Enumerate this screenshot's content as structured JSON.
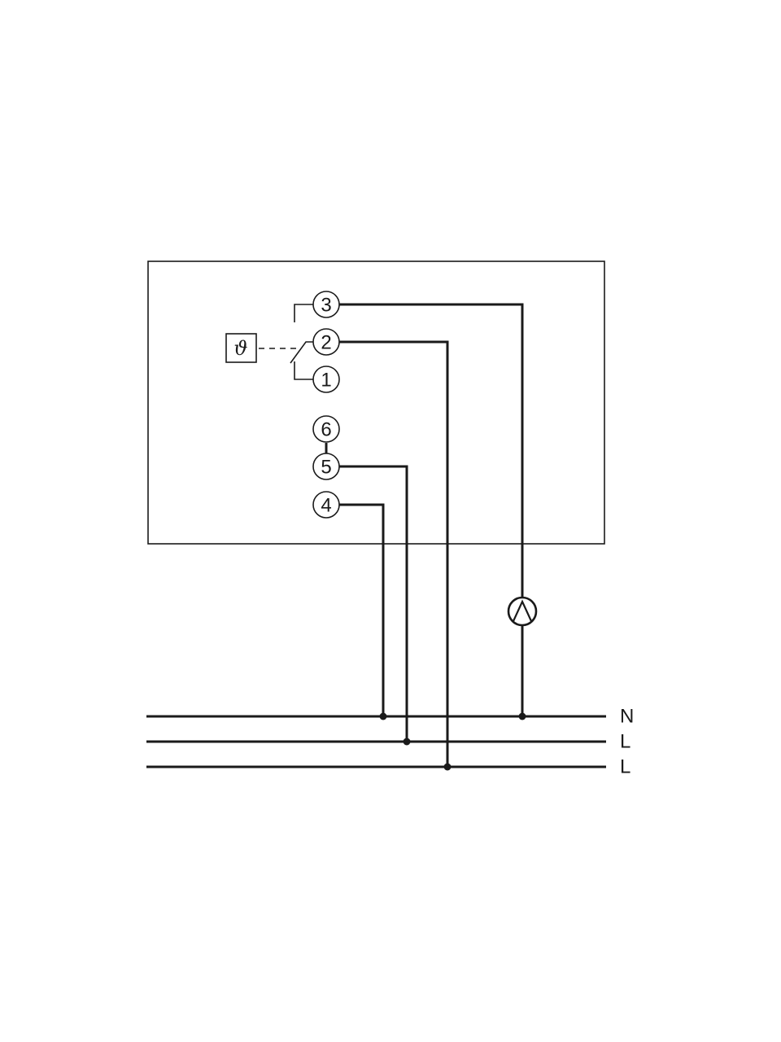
{
  "thermostat": {
    "symbol": "ϑ"
  },
  "terminals": [
    {
      "id": "t3",
      "label": "3"
    },
    {
      "id": "t2",
      "label": "2"
    },
    {
      "id": "t1",
      "label": "1"
    },
    {
      "id": "t6",
      "label": "6"
    },
    {
      "id": "t5",
      "label": "5"
    },
    {
      "id": "t4",
      "label": "4"
    }
  ],
  "rails": [
    {
      "id": "rail-n",
      "label": "N"
    },
    {
      "id": "rail-l1",
      "label": "L"
    },
    {
      "id": "rail-l2",
      "label": "L"
    }
  ],
  "load": {
    "icon": "pump-icon"
  },
  "colors": {
    "line": "#1a1a1a",
    "background": "#ffffff"
  }
}
